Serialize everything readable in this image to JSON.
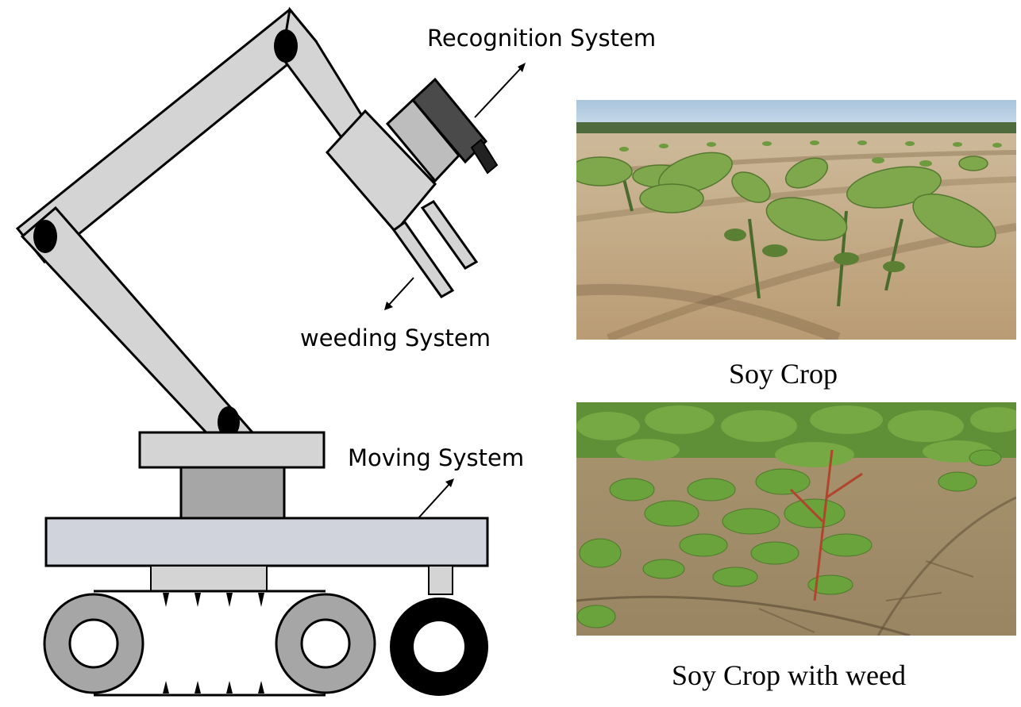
{
  "labels": {
    "recognition": "Recognition System",
    "weeding": "weeding System",
    "moving": "Moving System"
  },
  "photos": {
    "soy_crop": {
      "caption": "Soy Crop"
    },
    "soy_crop_weed": {
      "caption": "Soy Crop with weed"
    }
  },
  "colors": {
    "robot_fill": "#d4d4d4",
    "robot_dark": "#4a4a4a",
    "track_gray": "#a6a6a6",
    "platform": "#d0d2dc",
    "sky": "#bcd2e6",
    "soil": "#c7b08c",
    "leaf": "#6f9a3e"
  }
}
